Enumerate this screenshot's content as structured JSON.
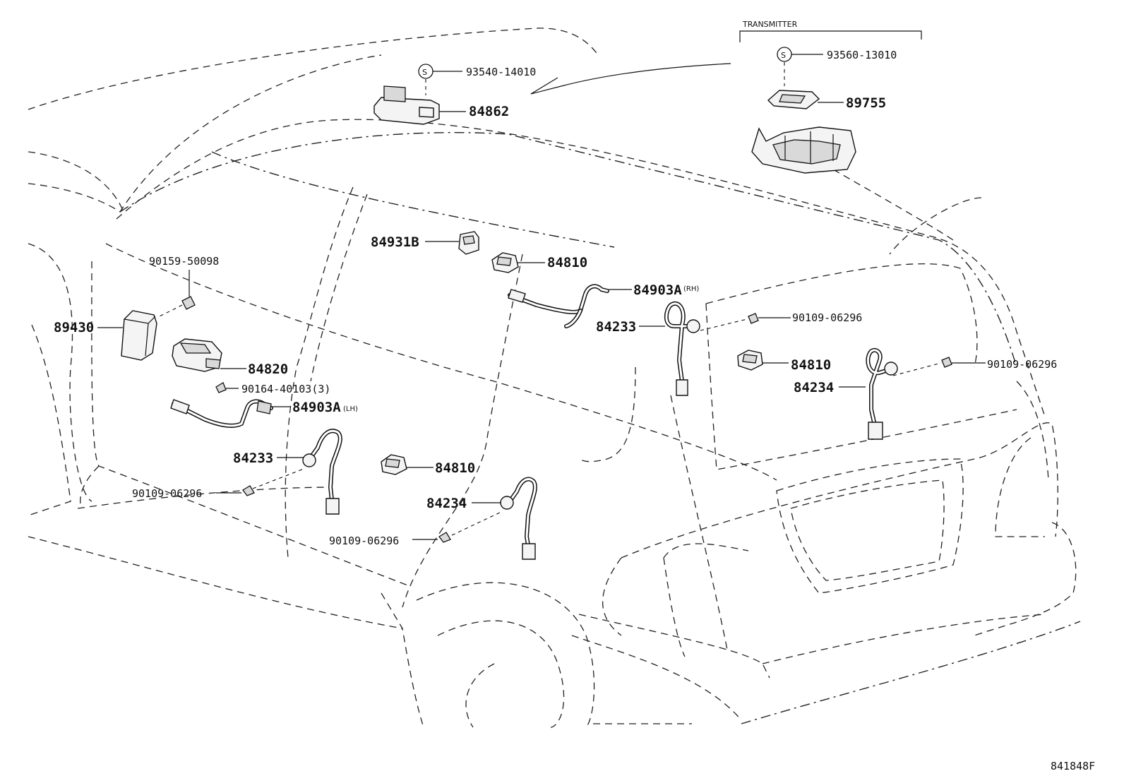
{
  "diagram": {
    "transmitter_label": "TRANSMITTER",
    "figure_id": "841848F",
    "parts": {
      "p93540": "93540-14010",
      "p84862": "84862",
      "p93560": "93560-13010",
      "p89755": "89755",
      "p84931B": "84931B",
      "p84810_top": "84810",
      "p84903A_rh": "84903A",
      "p84903A_rh_suffix": "(RH)",
      "p84233_right": "84233",
      "p90109_a": "90109-06296",
      "p84810_right": "84810",
      "p90109_b": "90109-06296",
      "p84234_right": "84234",
      "p90159": "90159-50098",
      "p89430": "89430",
      "p84820": "84820",
      "p90164": "90164-40103(3)",
      "p84903A_lh": "84903A",
      "p84903A_lh_suffix": "(LH)",
      "p84233_left": "84233",
      "p84810_mid": "84810",
      "p90109_c": "90109-06296",
      "p84234_mid": "84234",
      "p90109_d": "90109-06296"
    },
    "s_mark": "S"
  }
}
